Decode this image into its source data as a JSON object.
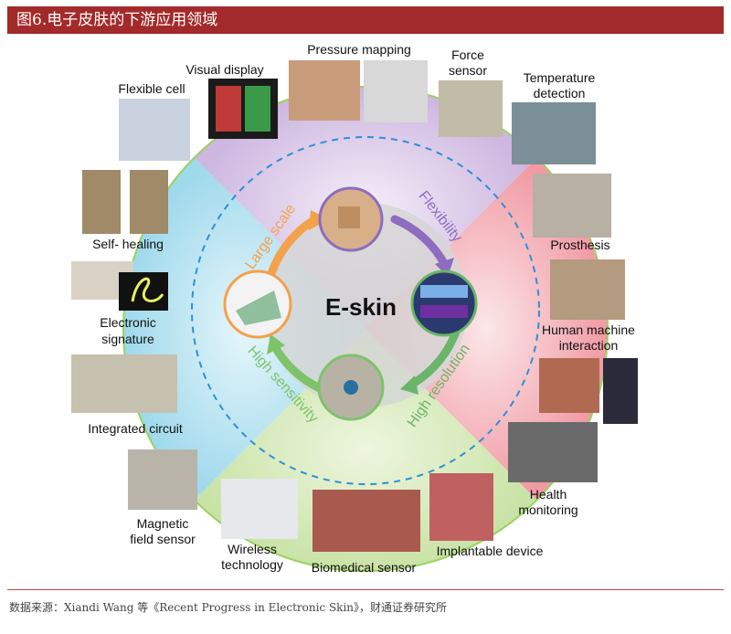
{
  "title": "图6.电子皮肤的下游应用领域",
  "center": "E-skin",
  "properties": {
    "large_scale": "Large scale",
    "flexibility": "Flexibility",
    "high_resolution": "High resolution",
    "high_sensitivity": "High sensitivity"
  },
  "applications": {
    "pressure_mapping": "Pressure mapping",
    "visual_display": "Visual display",
    "force_sensor_1": "Force",
    "force_sensor_2": "sensor",
    "temperature_1": "Temperature",
    "temperature_2": "detection",
    "flexible_cell": "Flexible cell",
    "prosthesis": "Prosthesis",
    "self_healing": "Self- healing",
    "electronic_signature_1": "Electronic",
    "electronic_signature_2": "signature",
    "hmi_1": "Human machine",
    "hmi_2": "interaction",
    "integrated_circuit": "Integrated circuit",
    "health_1": "Health",
    "health_2": "monitoring",
    "magnetic_1": "Magnetic",
    "magnetic_2": "field sensor",
    "wireless_1": "Wireless",
    "wireless_2": "technology",
    "biomedical": "Biomedical sensor",
    "implantable": "Implantable device"
  },
  "source": "数据来源：Xiandi Wang 等《Recent Progress in Electronic Skin》，财通证券研究所"
}
